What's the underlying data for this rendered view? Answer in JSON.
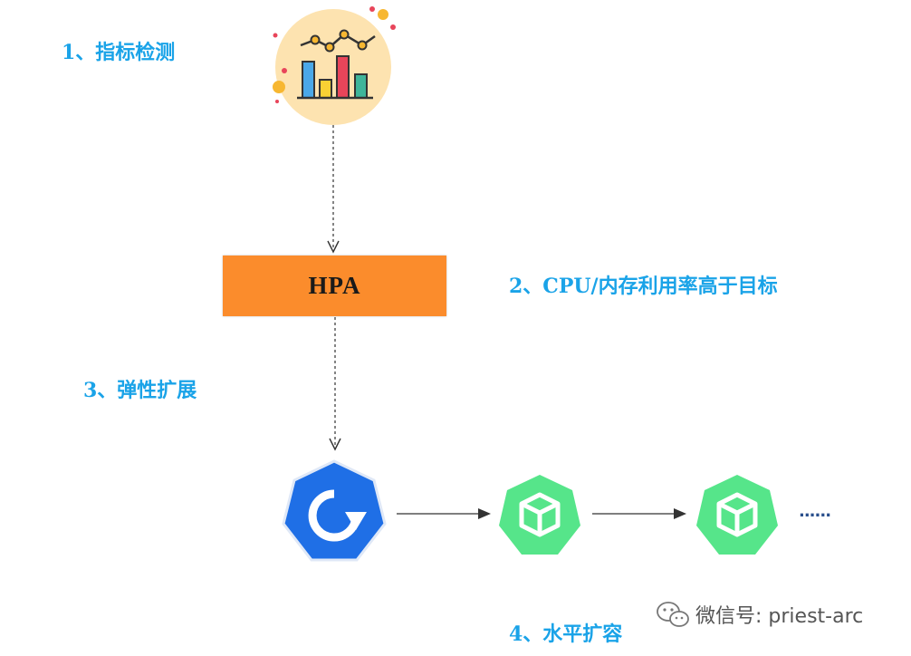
{
  "diagram": {
    "steps": {
      "step1": "1、指标检测",
      "step2": "2、CPU/内存利用率高于目标",
      "step3": "3、弹性扩展",
      "step4": "4、水平扩容"
    },
    "hpa_label": "HPA",
    "ellipsis": "......",
    "watermark": "微信号: priest-arc"
  },
  "colors": {
    "label_blue": "#1aa3e8",
    "hpa_orange": "#fb8c2c",
    "scaler_blue": "#1f6fe6",
    "pod_green": "#56e58a",
    "chart_circle": "#fde3b0"
  },
  "icons": {
    "metrics": "bar-chart-icon",
    "scaler": "refresh-icon",
    "pod": "cube-icon",
    "watermark": "wechat-icon"
  }
}
